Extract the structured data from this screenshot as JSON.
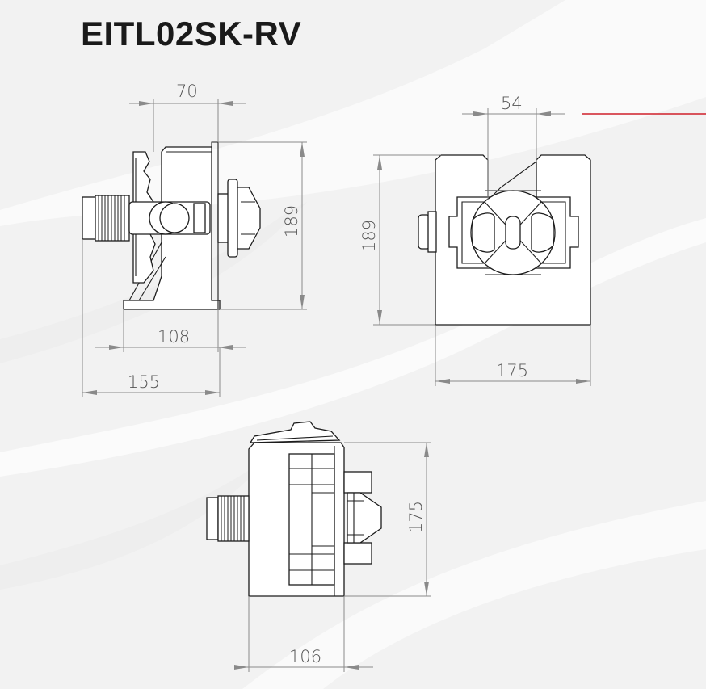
{
  "title": "EITL02SK-RV",
  "colors": {
    "accent_line": "#d0202a",
    "background": "#f3f3f3",
    "stroke": "#1c1c1c",
    "dimension": "#8a8a8a"
  },
  "side_view": {
    "dims": {
      "top_width": "70",
      "height": "189",
      "base_width": "108",
      "overall_width": "155"
    }
  },
  "front_view": {
    "dims": {
      "top_width": "54",
      "height": "189",
      "width": "175"
    }
  },
  "top_view": {
    "dims": {
      "height": "175",
      "width": "106"
    }
  }
}
